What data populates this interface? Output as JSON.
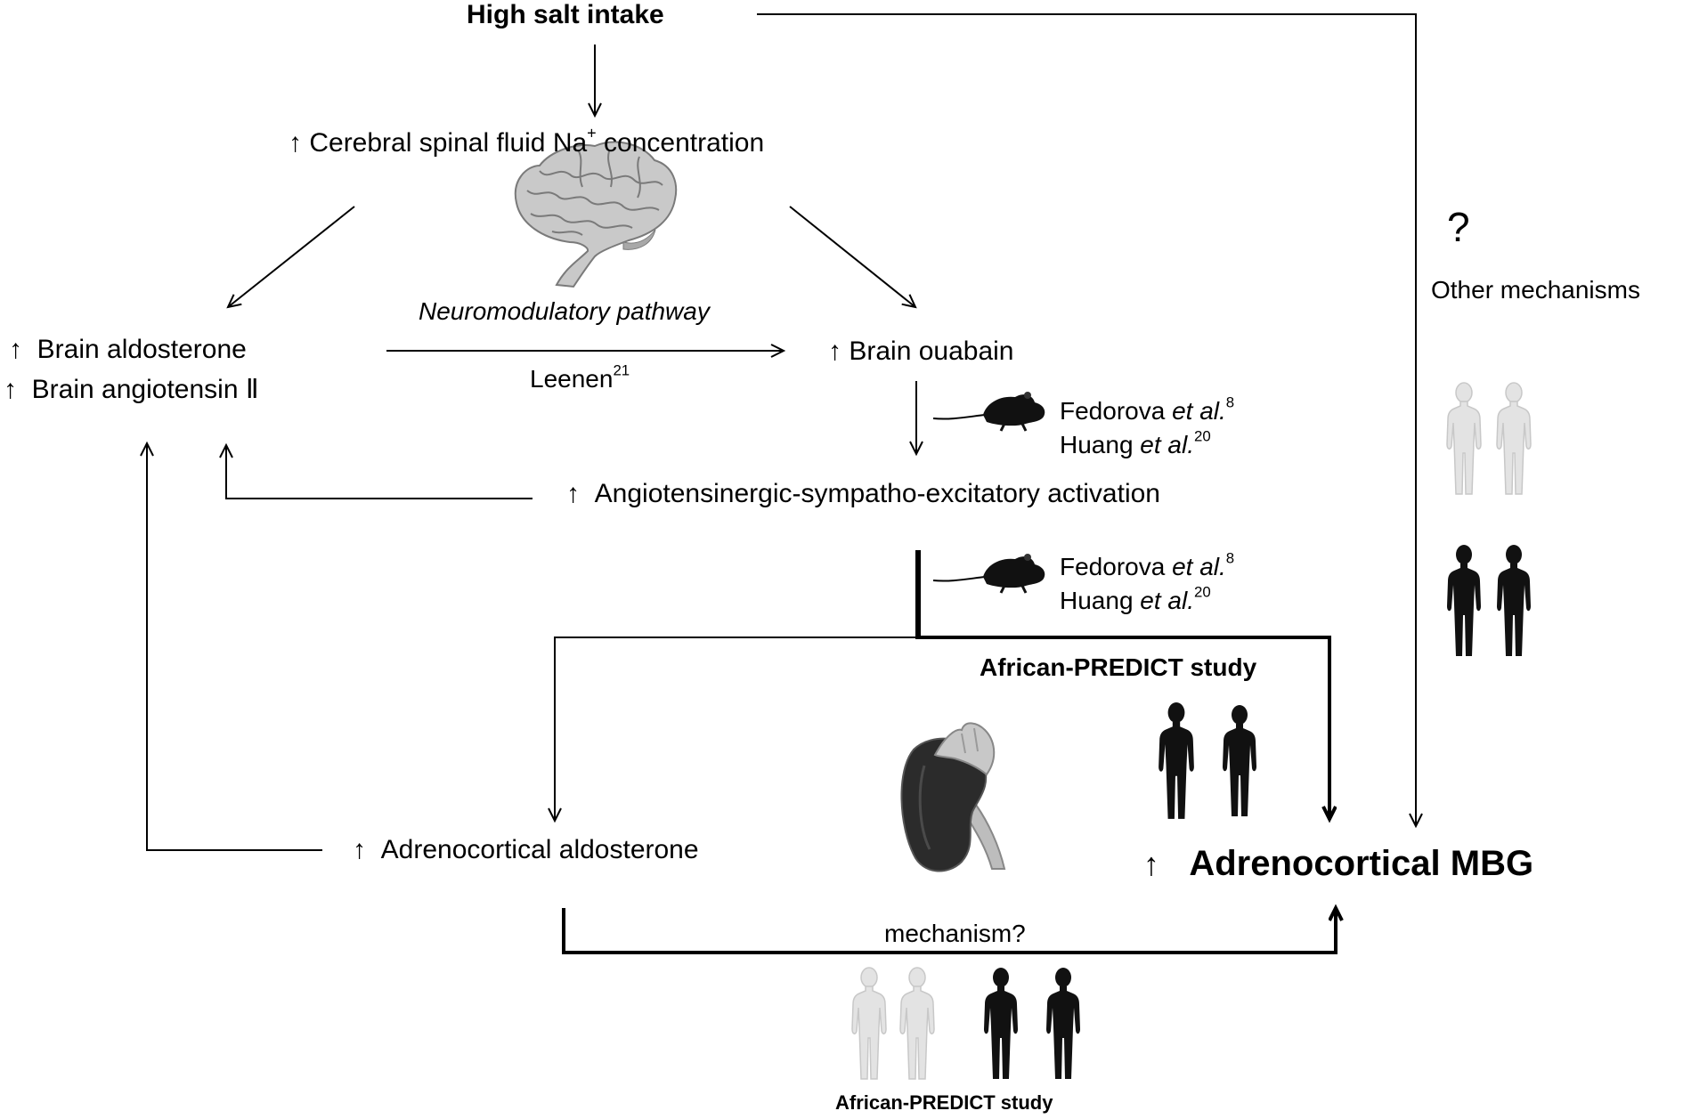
{
  "nodes": {
    "high_salt": "High salt intake",
    "csf_na": {
      "arrow": "↑",
      "text": "Cerebral spinal fluid Na",
      "sup": "+",
      "tail": " concentration"
    },
    "neuromodulatory": "Neuromodulatory pathway",
    "brain_aldosterone": {
      "arrow": "↑",
      "text": "Brain aldosterone"
    },
    "brain_angiotensin": {
      "arrow": "↑",
      "text": "Brain angiotensin Ⅱ"
    },
    "leenen": {
      "text": "Leenen",
      "sup": "21"
    },
    "brain_ouabain": {
      "arrow": "↑",
      "text": "Brain ouabain"
    },
    "angiotensinergic": {
      "arrow": "↑",
      "text": "Angiotensinergic-sympatho-excitatory activation"
    },
    "adrenocortical_aldosterone": {
      "arrow": "↑",
      "text": "Adrenocortical aldosterone"
    },
    "adrenocortical_mbg": {
      "arrow": "↑",
      "text": "Adrenocortical MBG"
    },
    "question_mark": "?",
    "other_mechanisms": "Other mechanisms",
    "mechanism_q": "mechanism?",
    "african_predict_top": "African-PREDICT study",
    "african_predict_bottom": "African-PREDICT study"
  },
  "citations": {
    "fedorova_1": {
      "author": "Fedorova ",
      "etal": "et al.",
      "sup": "8"
    },
    "huang_1": {
      "author": "Huang ",
      "etal": "et al.",
      "sup": "20"
    },
    "fedorova_2": {
      "author": "Fedorova ",
      "etal": "et al.",
      "sup": "8"
    },
    "huang_2": {
      "author": "Huang ",
      "etal": "et al.",
      "sup": "20"
    }
  },
  "icons": [
    "brain-icon",
    "mouse-icon",
    "kidney-adrenal-icon",
    "human-silhouette-icon"
  ],
  "colors": {
    "ink": "#000000",
    "silhouette_dark": "#111111",
    "silhouette_light": "#e3e3e3",
    "silhouette_light_edge": "#c8c8c8"
  }
}
